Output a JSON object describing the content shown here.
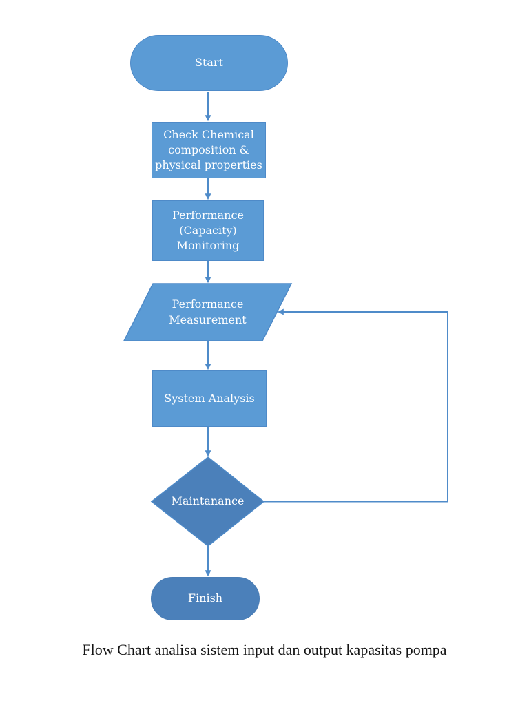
{
  "colors": {
    "shape_fill_light": "#5b9bd5",
    "shape_border_light": "#4e8ac8",
    "shape_fill_dark": "#4b80ba",
    "connector": "#4f8bc9",
    "shape_text": "#ffffff",
    "caption_text": "#151515",
    "page_background": "#ffffff"
  },
  "flowchart": {
    "caption": "Flow Chart analisa sistem input dan output kapasitas pompa",
    "nodes": {
      "start": {
        "type": "terminator",
        "label": "Start",
        "lines": [
          "Start"
        ]
      },
      "check": {
        "type": "process",
        "label": "Check Chemical composition & physical properties",
        "lines": [
          "Check Chemical",
          "composition &",
          "physical properties"
        ]
      },
      "monitoring": {
        "type": "process",
        "label": "Performance (Capacity) Monitoring",
        "lines": [
          "Performance",
          "(Capacity)",
          "Monitoring"
        ]
      },
      "measurement": {
        "type": "input-output",
        "label": "Performance Measurement",
        "lines": [
          "Performance",
          "Measurement"
        ]
      },
      "analysis": {
        "type": "process",
        "label": "System Analysis",
        "lines": [
          "System Analysis"
        ]
      },
      "maintenance": {
        "type": "decision",
        "label": "Maintanance",
        "lines": [
          "Maintanance"
        ]
      },
      "finish": {
        "type": "terminator",
        "label": "Finish",
        "lines": [
          "Finish"
        ]
      }
    },
    "edges": [
      {
        "from": "start",
        "to": "check",
        "kind": "arrow"
      },
      {
        "from": "check",
        "to": "monitoring",
        "kind": "arrow"
      },
      {
        "from": "monitoring",
        "to": "measurement",
        "kind": "arrow"
      },
      {
        "from": "measurement",
        "to": "analysis",
        "kind": "arrow"
      },
      {
        "from": "analysis",
        "to": "maintenance",
        "kind": "arrow"
      },
      {
        "from": "maintenance",
        "to": "finish",
        "kind": "arrow"
      },
      {
        "from": "maintenance",
        "to": "measurement",
        "kind": "feedback-loop"
      }
    ]
  }
}
